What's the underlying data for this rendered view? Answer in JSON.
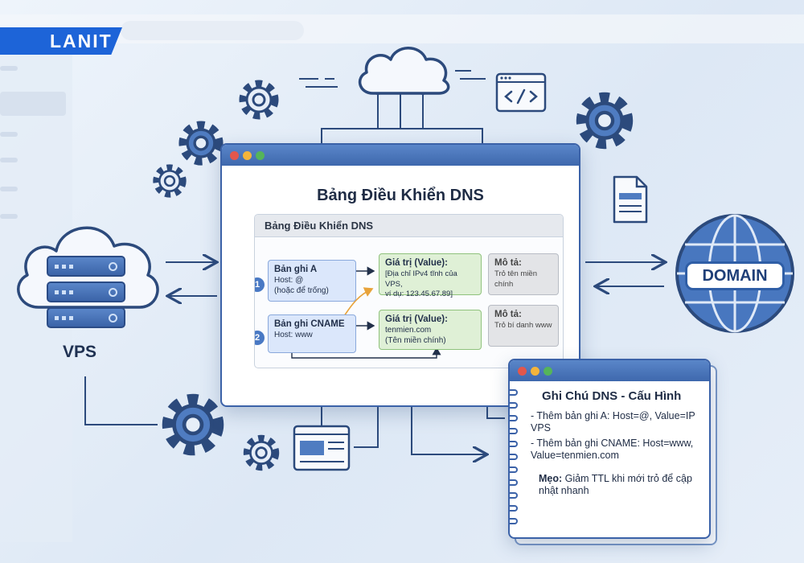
{
  "logo": {
    "text": "LANIT"
  },
  "main_window": {
    "title": "Bảng Điều Khiển DNS",
    "panel_title": "Bảng Điều Khiển DNS",
    "records": [
      {
        "number": "1",
        "name": "Bản ghi A",
        "host": "Host: @\n(hoặc để trống)",
        "value_label": "Giá trị (Value):",
        "value_text": "[Địa chỉ IPv4 tĩnh của VPS,\nví dụ: 123.45.67.89]",
        "desc_label": "Mô tả:",
        "desc_text": "Trỏ tên miền chính"
      },
      {
        "number": "2",
        "name": "Bản ghi CNAME",
        "host": "Host: www",
        "value_label": "Giá trị (Value):",
        "value_text": "tenmien.com\n(Tên miền chính)",
        "desc_label": "Mô tả:",
        "desc_text": "Trỏ bí danh www"
      }
    ]
  },
  "vps": {
    "label": "VPS"
  },
  "domain": {
    "label": "DOMAIN"
  },
  "notes_window": {
    "title": "Ghi Chú DNS - Cấu Hình",
    "items": [
      "- Thêm bản ghi A: Host=@, Value=IP VPS",
      "- Thêm bản ghi CNAME: Host=www, Value=tenmien.com"
    ],
    "tip_label": "Mẹo:",
    "tip_text": " Giảm TTL khi mới trỏ để cập nhật nhanh"
  },
  "icons": [
    "cloud-icon",
    "gear-icon",
    "code-icon",
    "document-icon",
    "globe-icon",
    "server-icon",
    "browser-window-icon",
    "arrow-icon"
  ],
  "colors": {
    "brand": "#1d64d8",
    "window_bar": "#3e68ad",
    "record_blue": "#dbe7fb",
    "value_green": "#dff0d6",
    "desc_grey": "#e3e4e7",
    "connector_orange": "#e8a33a",
    "line": "#2c4a7c"
  }
}
